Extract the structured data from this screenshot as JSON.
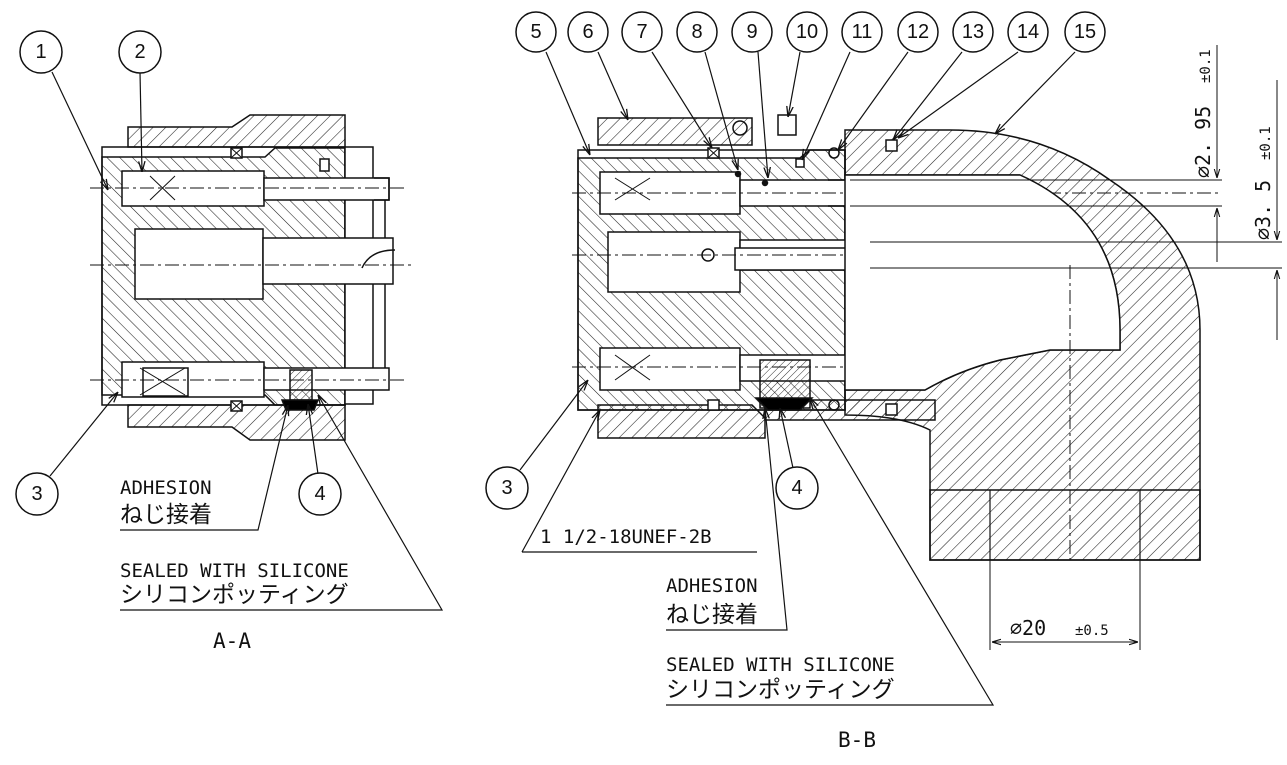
{
  "views": {
    "a": {
      "label": "A-A",
      "balloons": [
        "1",
        "2",
        "3",
        "4"
      ]
    },
    "b": {
      "label": "B-B",
      "balloons": [
        "5",
        "6",
        "7",
        "8",
        "9",
        "10",
        "11",
        "12",
        "13",
        "14",
        "15",
        "3",
        "4"
      ]
    }
  },
  "notes": {
    "adhesion_en": "ADHESION",
    "adhesion_jp": "ねじ接着",
    "sealed_en": "SEALED WITH SILICONE",
    "sealed_jp": "シリコンポッティング",
    "thread": "1 1/2-18UNEF-2B"
  },
  "dimensions": {
    "d1": {
      "value": "∅2. 95",
      "tol": "±0.1"
    },
    "d2": {
      "value": "∅3. 5",
      "tol": "±0.1"
    },
    "d3": {
      "value": "∅20",
      "tol": "±0.5"
    }
  },
  "colors": {
    "ink": "#111111",
    "fill": "#000000",
    "background": "#ffffff"
  }
}
